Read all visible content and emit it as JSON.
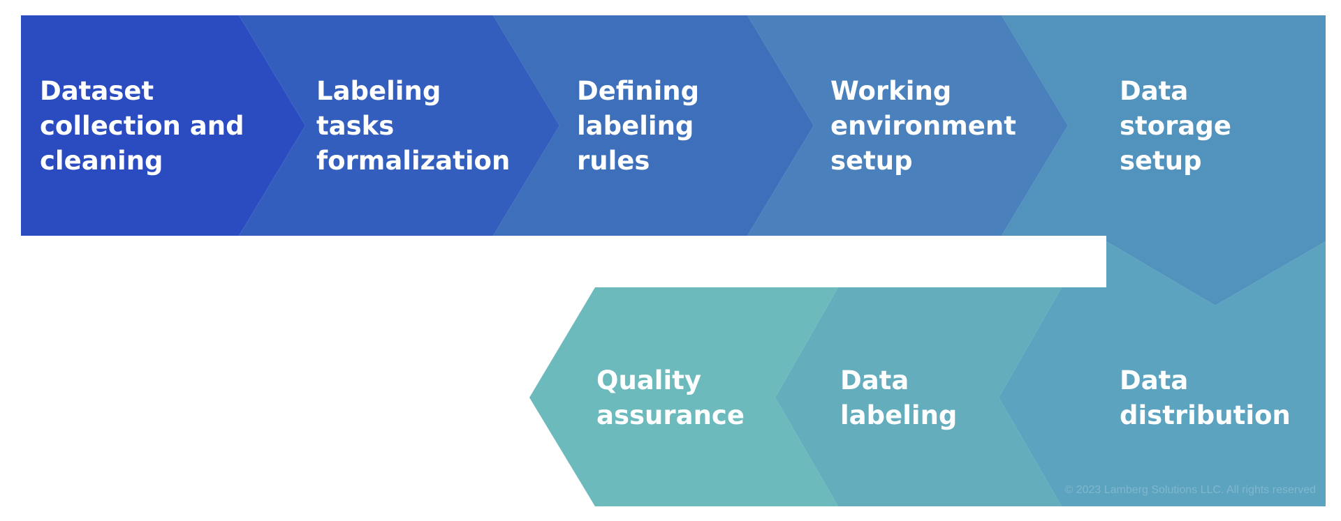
{
  "colors": {
    "step1": "#2b4bc0",
    "step2": "#335ebe",
    "step3": "#3e6fba",
    "step4": "#4a80bc",
    "step5": "#5193bd",
    "step6": "#5ca3bf",
    "step7": "#63adbd",
    "step8": "#6cbabc"
  },
  "steps": [
    {
      "id": "dataset-collection",
      "lines": [
        "Dataset",
        "collection and",
        "cleaning"
      ]
    },
    {
      "id": "labeling-tasks",
      "lines": [
        "Labeling",
        "tasks",
        "formalization"
      ]
    },
    {
      "id": "defining-rules",
      "lines": [
        "Defining",
        "labeling",
        "rules"
      ]
    },
    {
      "id": "working-environment",
      "lines": [
        "Working",
        "environment",
        "setup"
      ]
    },
    {
      "id": "data-storage",
      "lines": [
        "Data",
        "storage",
        "setup"
      ]
    },
    {
      "id": "data-distribution",
      "lines": [
        "Data",
        "distribution"
      ]
    },
    {
      "id": "data-labeling",
      "lines": [
        "Data",
        "labeling"
      ]
    },
    {
      "id": "quality-assurance",
      "lines": [
        "Quality",
        "assurance"
      ]
    }
  ],
  "copyright": "© 2023 Lamberg Solutions LLC. All rights reserved"
}
